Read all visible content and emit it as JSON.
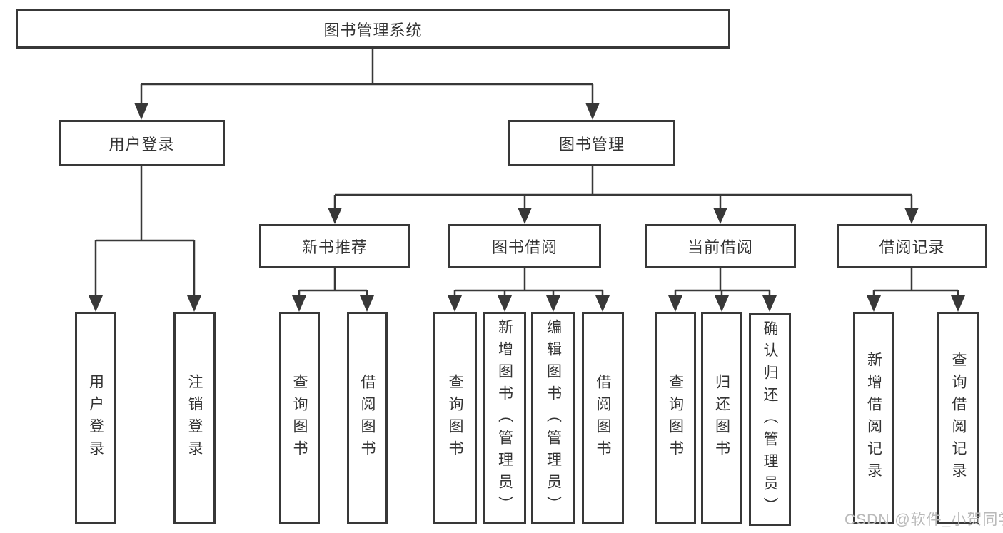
{
  "diagram_title": "图书管理系统",
  "tree": {
    "root": {
      "label": "图书管理系统"
    },
    "branches": [
      {
        "label": "用户登录",
        "leaves": [
          {
            "label": "用户登录"
          },
          {
            "label": "注销登录"
          }
        ]
      },
      {
        "label": "图书管理",
        "groups": [
          {
            "label": "新书推荐",
            "leaves": [
              {
                "label": "查询图书"
              },
              {
                "label": "借阅图书"
              }
            ]
          },
          {
            "label": "图书借阅",
            "leaves": [
              {
                "label": "查询图书"
              },
              {
                "label": "新增图书（管理员）"
              },
              {
                "label": "编辑图书（管理员）"
              },
              {
                "label": "借阅图书"
              }
            ]
          },
          {
            "label": "当前借阅",
            "leaves": [
              {
                "label": "查询图书"
              },
              {
                "label": "归还图书"
              },
              {
                "label": "确认归还（管理员）"
              }
            ]
          },
          {
            "label": "借阅记录",
            "leaves": [
              {
                "label": "新增借阅记录"
              },
              {
                "label": "查询借阅记录"
              }
            ]
          }
        ]
      }
    ]
  },
  "watermark": {
    "text": "CSDN @软件_小贺同学"
  },
  "colors": {
    "line": "#383838",
    "box_border": "#383838",
    "text": "#333333",
    "watermark": "#b9b9b9",
    "background": "#ffffff"
  }
}
